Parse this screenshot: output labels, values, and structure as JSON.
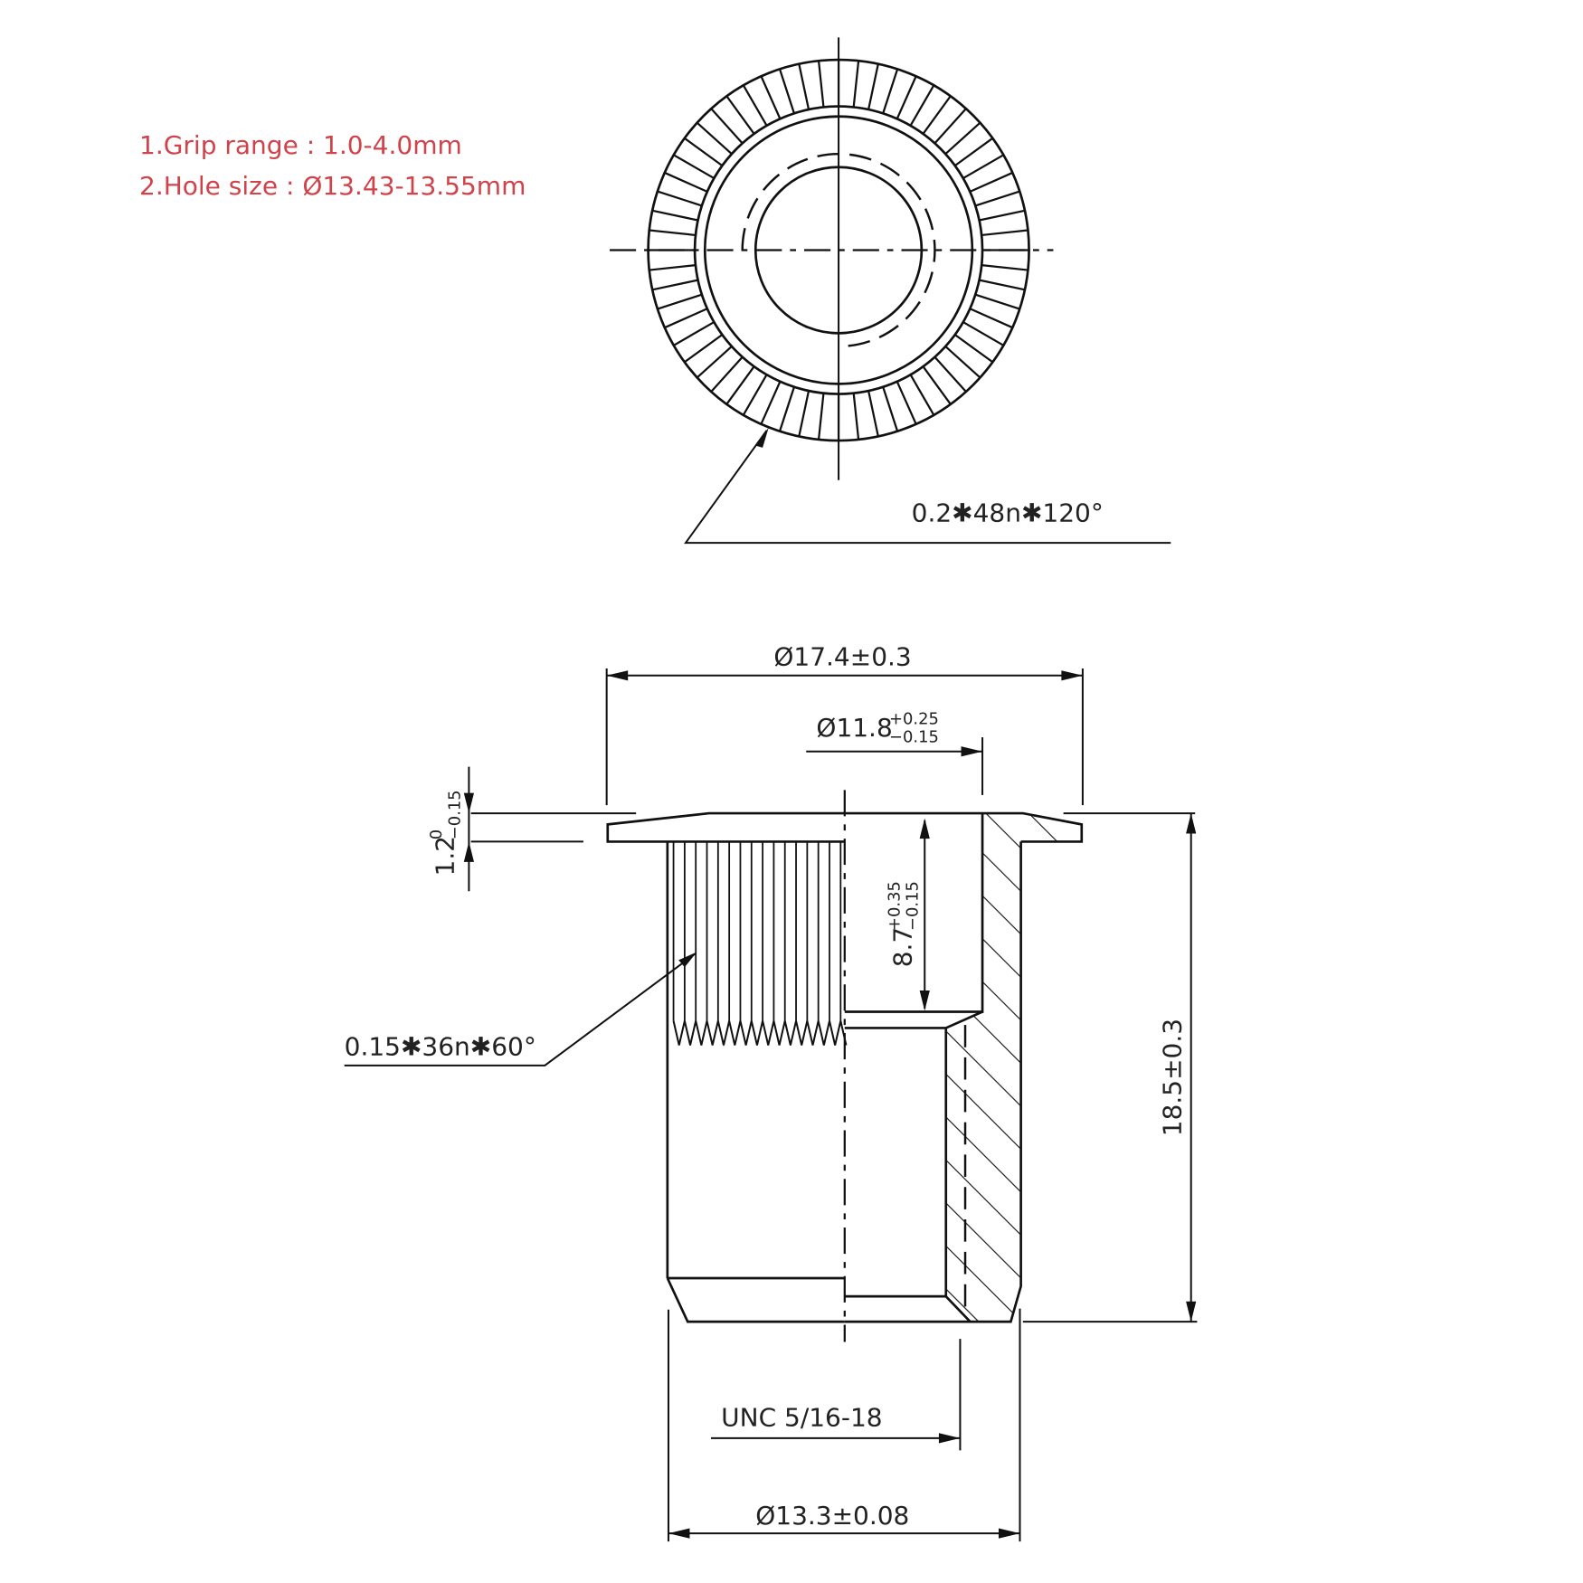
{
  "notes": {
    "color": "#d0434b",
    "items": [
      {
        "label": "1.Grip range : 1.0-4.0mm"
      },
      {
        "label": "2.Hole size : Ø13.43-13.55mm"
      }
    ]
  },
  "top_view": {
    "knurl_callout": "0.2✱48n✱120°",
    "knurl_count": 48
  },
  "side_view": {
    "flange_diameter": "Ø17.4±0.3",
    "counterbore_diameter": "Ø11.8",
    "counterbore_tol_upper": "+0.25",
    "counterbore_tol_lower": "−0.15",
    "flange_thickness": "1.2",
    "flange_tol_upper": "0",
    "flange_tol_lower": "−0.15",
    "counterbore_depth": "8.7",
    "counterbore_depth_tol_upper": "+0.35",
    "counterbore_depth_tol_lower": "−0.15",
    "body_knurl_callout": "0.15✱36n✱60°",
    "overall_length": "18.5±0.3",
    "thread_spec": "UNC 5/16-18",
    "body_diameter": "Ø13.3±0.08"
  }
}
